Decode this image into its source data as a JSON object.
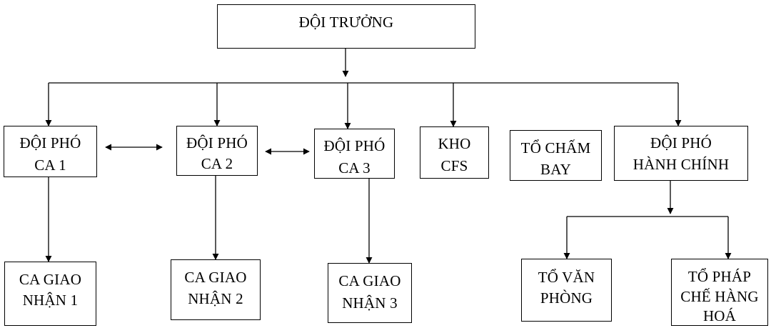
{
  "org_chart": {
    "head": "ĐỘI TRƯỞNG",
    "units": [
      {
        "id": "doi-pho-ca-1",
        "lines": [
          "ĐỘI PHÓ",
          "CA 1"
        ]
      },
      {
        "id": "doi-pho-ca-2",
        "lines": [
          "ĐỘI PHÓ",
          "CA 2"
        ]
      },
      {
        "id": "doi-pho-ca-3",
        "lines": [
          "ĐỘI PHÓ",
          "CA 3"
        ]
      },
      {
        "id": "kho-cfs",
        "lines": [
          "KHO",
          "CFS"
        ]
      },
      {
        "id": "to-cham-bay",
        "lines": [
          "TỔ CHẤM",
          "BAY"
        ]
      },
      {
        "id": "doi-pho-hanh-chinh",
        "lines": [
          "ĐỘI PHÓ",
          "HÀNH CHÍNH"
        ]
      }
    ],
    "sub_units": [
      {
        "id": "ca-giao-nhan-1",
        "lines": [
          "CA GIAO",
          "NHẬN 1"
        ]
      },
      {
        "id": "ca-giao-nhan-2",
        "lines": [
          "CA GIAO",
          "NHẬN 2"
        ]
      },
      {
        "id": "ca-giao-nhan-3",
        "lines": [
          "CA GIAO",
          "NHẬN 3"
        ]
      },
      {
        "id": "to-van-phong",
        "lines": [
          "TỔ VĂN",
          "PHÒNG"
        ]
      },
      {
        "id": "to-phap-che-hang-hoa",
        "lines": [
          "TỔ PHÁP",
          "CHẾ HÀNG",
          "HOÁ"
        ]
      }
    ]
  }
}
